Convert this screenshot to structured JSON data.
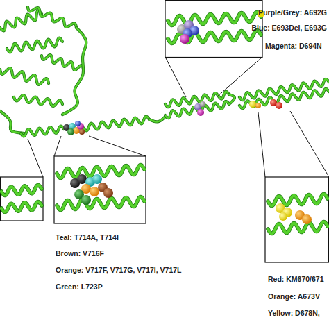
{
  "diagram": {
    "labels": [
      "Purple/Grey: A692G",
      "Blue: E693Del, E693G",
      "Magenta: D694N",
      "Teal: T714A, T714I",
      "Brown: V716F",
      "Orange: V717F, V717G, V717I, V717L",
      "Green: L723P",
      "Red: KM670/671",
      "Orange: A673V",
      "Yellow: D678N,"
    ]
  }
}
